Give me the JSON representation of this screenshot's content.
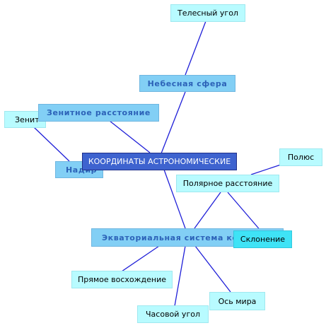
{
  "root": "КООРДИНАТЫ АСТРОНОМИЧЕСКИЕ",
  "branches": {
    "celestial_sphere": "Небесная сфера",
    "solid_angle": "Телесный угол",
    "zenith_distance": "Зенитное расстояние",
    "zenith": "Зенит",
    "nadir": "Надир",
    "polar_distance": "Полярное расстояние",
    "pole": "Полюс",
    "declination": "Склонение",
    "equatorial_system": "Экваториальная система координат",
    "right_ascension": "Прямое восхождение",
    "hour_angle": "Часовой угол",
    "world_axis": "Ось мира"
  },
  "colors": {
    "edge": "#1f1fd8",
    "leaf_fill": "#b8fbff",
    "mid_fill": "#82cff5",
    "root_fill": "#3e63cf"
  }
}
